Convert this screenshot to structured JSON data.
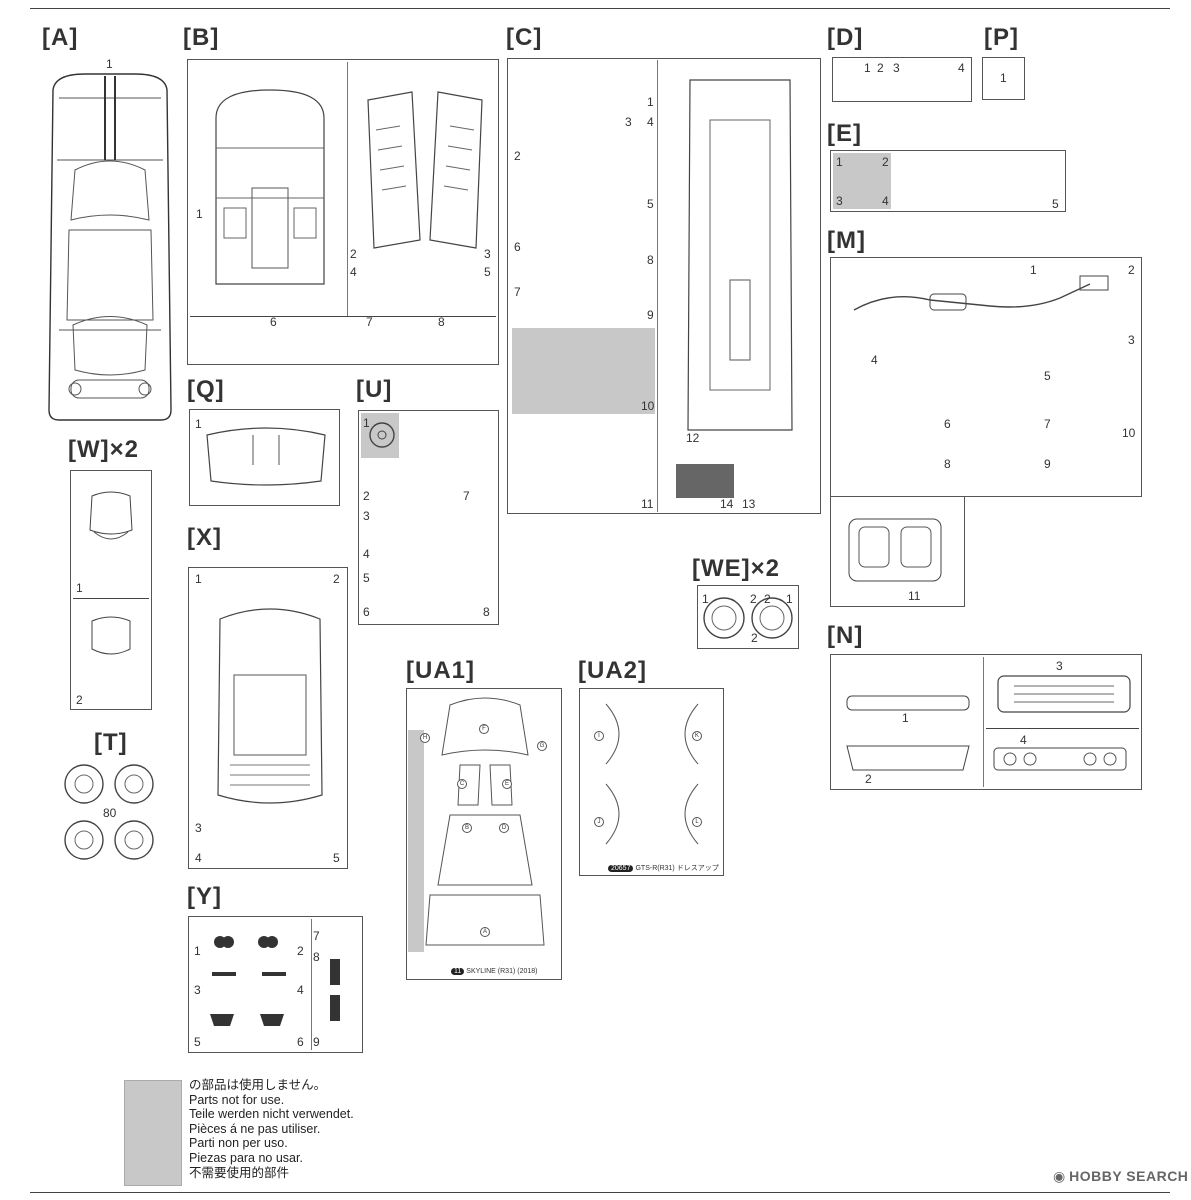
{
  "sections": {
    "A": "[A]",
    "B": "[B]",
    "C": "[C]",
    "D": "[D]",
    "P": "[P]",
    "E": "[E]",
    "M": "[M]",
    "Q": "[Q]",
    "U": "[U]",
    "W": "[W]×2",
    "X": "[X]",
    "WE": "[WE]×2",
    "N": "[N]",
    "T": "[T]",
    "UA1": "[UA1]",
    "UA2": "[UA2]",
    "Y": "[Y]"
  },
  "parts": {
    "A": [
      "1"
    ],
    "B": [
      "1",
      "2",
      "3",
      "4",
      "5",
      "6",
      "7",
      "8"
    ],
    "C": [
      "1",
      "2",
      "3",
      "4",
      "5",
      "6",
      "7",
      "8",
      "9",
      "10",
      "11",
      "12",
      "13",
      "14"
    ],
    "D": [
      "1",
      "2",
      "3",
      "4"
    ],
    "P": [
      "1"
    ],
    "E": [
      "1",
      "2",
      "3",
      "4",
      "5"
    ],
    "M": [
      "1",
      "2",
      "3",
      "4",
      "5",
      "6",
      "7",
      "8",
      "9",
      "10",
      "11"
    ],
    "Q": [
      "1"
    ],
    "U": [
      "1",
      "2",
      "3",
      "4",
      "5",
      "6",
      "7",
      "8"
    ],
    "W": [
      "1",
      "2"
    ],
    "X": [
      "1",
      "2",
      "3",
      "4",
      "5"
    ],
    "WE": [
      "1",
      "2",
      "2",
      "1",
      "2"
    ],
    "N": [
      "1",
      "2",
      "3",
      "4"
    ],
    "T": [
      "80"
    ],
    "Y": [
      "1",
      "2",
      "3",
      "4",
      "5",
      "6",
      "7",
      "8",
      "9"
    ]
  },
  "decals": {
    "UA1": [
      "F",
      "G",
      "H",
      "C",
      "E",
      "B",
      "D",
      "A"
    ],
    "UA2": [
      "I",
      "K",
      "J",
      "L"
    ],
    "ua1_badge": "11",
    "ua1_caption": "SKYLINE (R31) (2018)",
    "ua2_badge": "20657",
    "ua2_caption": "GTS-R(R31) ドレスアップ"
  },
  "legend": {
    "jp": "の部品は使用しません。",
    "en": "Parts not for use.",
    "de": "Teile werden nicht verwendet.",
    "fr": "Pièces á ne pas utiliser.",
    "it": "Parti non per uso.",
    "es": "Piezas para no usar.",
    "zh": "不需要使用的部件"
  },
  "watermark": {
    "brand": "HOBBY SEARCH"
  },
  "colors": {
    "unused_shade": "#c8c8c8",
    "line": "#444444"
  }
}
